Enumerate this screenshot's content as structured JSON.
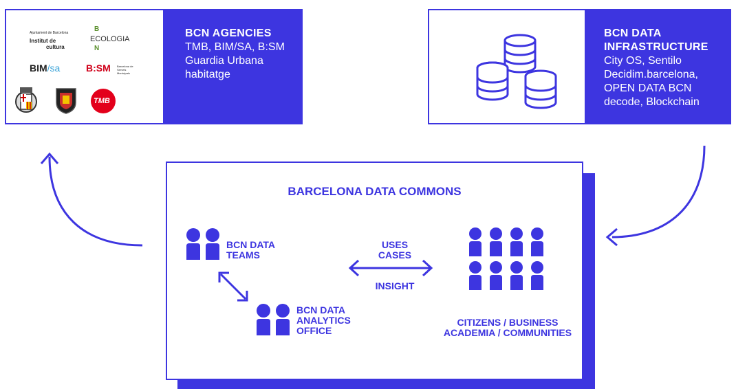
{
  "agencies": {
    "title": "BCN AGENCIES",
    "lines": [
      "TMB, BIM/SA, B:SM",
      "Guardia Urbana",
      "habitatge"
    ],
    "logos": {
      "ajuntament_small": "Ajuntament de Barcelona",
      "institut": "Institut de",
      "cultura": "cultura",
      "ecologia": "ECOLOGIA",
      "ecologia_b": "B",
      "ecologia_n": "N",
      "bim": "BIM",
      "sa": "/sa",
      "bsm": "B:SM",
      "bsm_small": "Barcelona de Serveis Municipals",
      "tmb": "TMB"
    }
  },
  "infra": {
    "title_lines": [
      "BCN DATA",
      "INFRASTRUCTURE"
    ],
    "lines": [
      "City OS, Sentilo",
      "Decidim.barcelona,",
      "OPEN DATA BCN",
      "decode, Blockchain"
    ]
  },
  "commons": {
    "title": "BARCELONA DATA COMMONS",
    "teams": [
      "BCN DATA",
      "TEAMS"
    ],
    "analytics": [
      "BCN DATA",
      "ANALYTICS",
      "OFFICE"
    ],
    "uses": [
      "USES",
      "CASES"
    ],
    "insight": "INSIGHT",
    "citizens": [
      "CITIZENS / BUSINESS",
      "ACADEMIA / COMMUNITIES"
    ]
  },
  "colors": {
    "accent": "#3d35e0",
    "background": "#ffffff",
    "tmb_red": "#e3001b"
  }
}
